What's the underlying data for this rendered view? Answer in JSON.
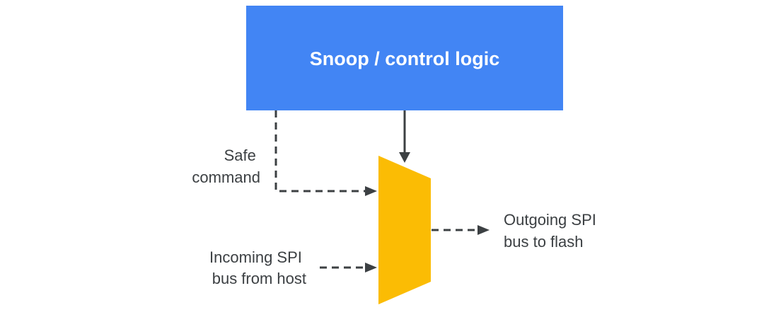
{
  "blocks": {
    "control": {
      "title": "Snoop / control logic",
      "color": "#4285f4"
    },
    "mux": {
      "color": "#fbbc04"
    }
  },
  "labels": {
    "safe_command": [
      "Safe",
      "command"
    ],
    "incoming": [
      "Incoming SPI",
      "bus from host"
    ],
    "outgoing": [
      "Outgoing SPI",
      "bus to flash"
    ]
  },
  "colors": {
    "wire": "#3c4043",
    "text": "#3c4043"
  }
}
